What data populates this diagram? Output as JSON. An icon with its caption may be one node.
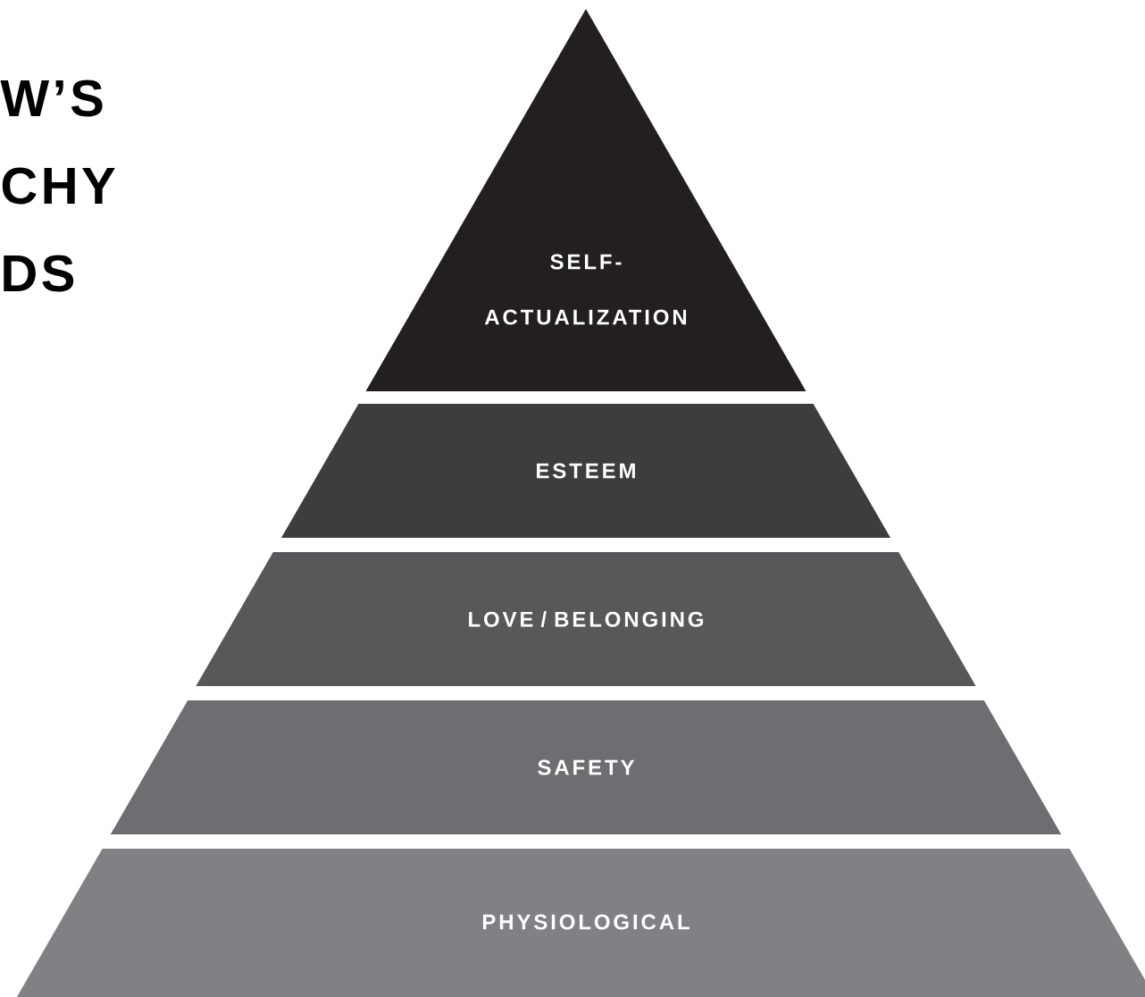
{
  "diagram": {
    "nodes": [
      {
        "text": [
          "SELF- ACTUALIZATION"
        ]
      },
      {
        "text": [
          "ESTEEM"
        ]
      },
      {
        "text": [
          "LOVE / BELONGING"
        ]
      },
      {
        "text": [
          "SAFETY"
        ]
      },
      {
        "text": [
          "PHYSIOLOGICAL"
        ]
      }
    ],
    "labels": [
      "W’S",
      "CHY",
      "DS"
    ]
  }
}
